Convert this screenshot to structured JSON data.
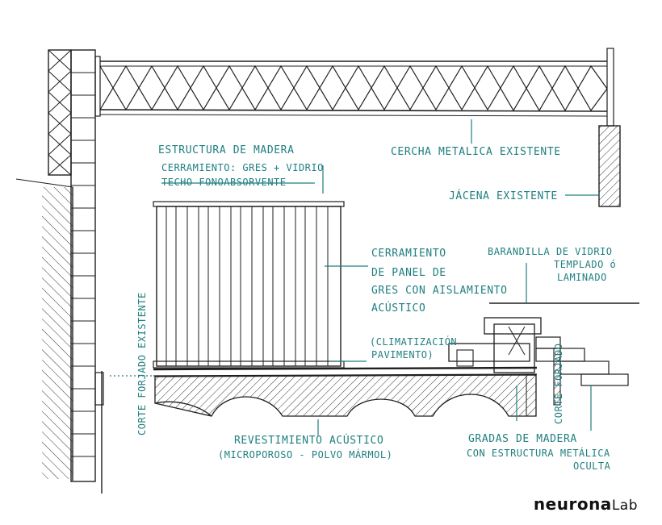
{
  "labels": {
    "estructura": "ESTRUCTURA DE MADERA",
    "cerramiento1": "CERRAMIENTO: GRES + VIDRIO",
    "techo": "TECHO FONOABSORVENTE",
    "cercha": "CERCHA METALICA EXISTENTE",
    "jacena": "JÁCENA EXISTENTE",
    "panel_l1": "CERRAMIENTO",
    "panel_l2": "DE PANEL DE",
    "panel_l3": "GRES CON AISLAMIENTO",
    "panel_l4": "ACÚSTICO",
    "barandilla_l1": "BARANDILLA DE VIDRIO",
    "barandilla_l2": "TEMPLADO ó",
    "barandilla_l3": "LAMINADO",
    "clima_l1": "(CLIMATIZACIÓN",
    "clima_l2": "PAVIMENTO)",
    "corte_forjado_existente": "CORTE FORJADO EXISTENTE",
    "corte_forjado": "CORTE FORJADO",
    "revestimiento_l1": "REVESTIMIENTO ACÚSTICO",
    "revestimiento_l2": "(MICROPOROSO - POLVO MÁRMOL)",
    "gradas_l1": "GRADAS DE MADERA",
    "gradas_l2": "CON ESTRUCTURA METÁLICA",
    "gradas_l3": "OCULTA"
  },
  "logo": {
    "strong": "neurona",
    "light": "Lab"
  },
  "colors": {
    "annotation": "#1f7f80",
    "ink": "#1e1e1e"
  }
}
